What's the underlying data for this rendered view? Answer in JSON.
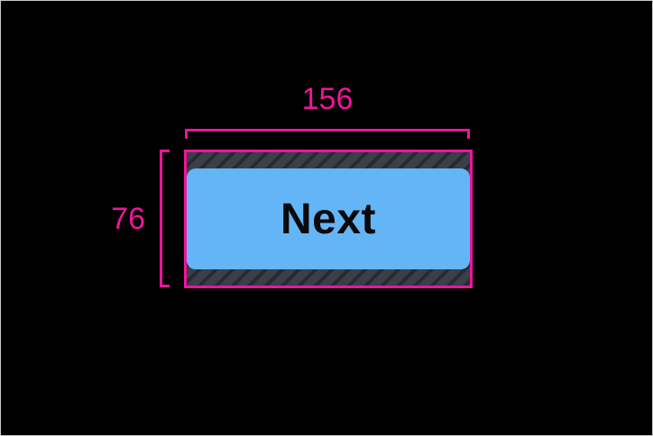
{
  "theme": {
    "canvas-bg": "#000000",
    "canvas-border": "#c8c8c8",
    "annotation-pink": "#f0149c",
    "button-blue": "#64b5f6",
    "button-text": "#0a0a0a",
    "hatch-base": "#3b3f48",
    "hatch-stripe": "#272a32"
  },
  "annotation": {
    "width_label": "156",
    "height_label": "76"
  },
  "button": {
    "label": "Next"
  }
}
